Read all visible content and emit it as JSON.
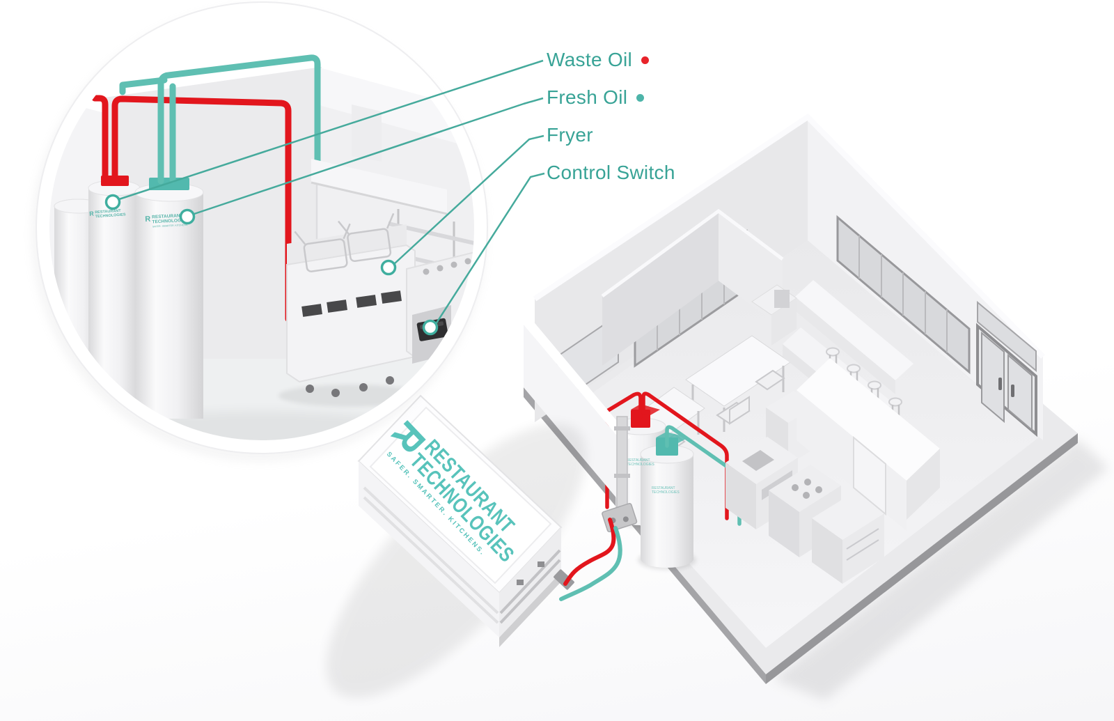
{
  "palette": {
    "teal_text": "#38a396",
    "teal_pipe": "#5fbfb2",
    "teal_logo": "#58c3bb",
    "teal_cap": "#52b9ae",
    "red": "#e2161d",
    "red_dot": "#e8232a",
    "teal_dot": "#4db4a9",
    "wall_light": "#f2f2f4",
    "wall_mid": "#e8e8ea",
    "floor": "#f4f4f6",
    "slab_edge": "#97979a"
  },
  "legend": {
    "items": [
      {
        "label": "Waste Oil",
        "dot_color": "#e8232a"
      },
      {
        "label": "Fresh Oil",
        "dot_color": "#4db4a9"
      },
      {
        "label": "Fryer",
        "dot_color": ""
      },
      {
        "label": "Control Switch",
        "dot_color": ""
      }
    ]
  },
  "branding": {
    "mark": "R",
    "line1": "RESTAURANT",
    "line2": "TECHNOLOGIES",
    "tagline": "SAFER. SMARTER. KITCHENS."
  }
}
